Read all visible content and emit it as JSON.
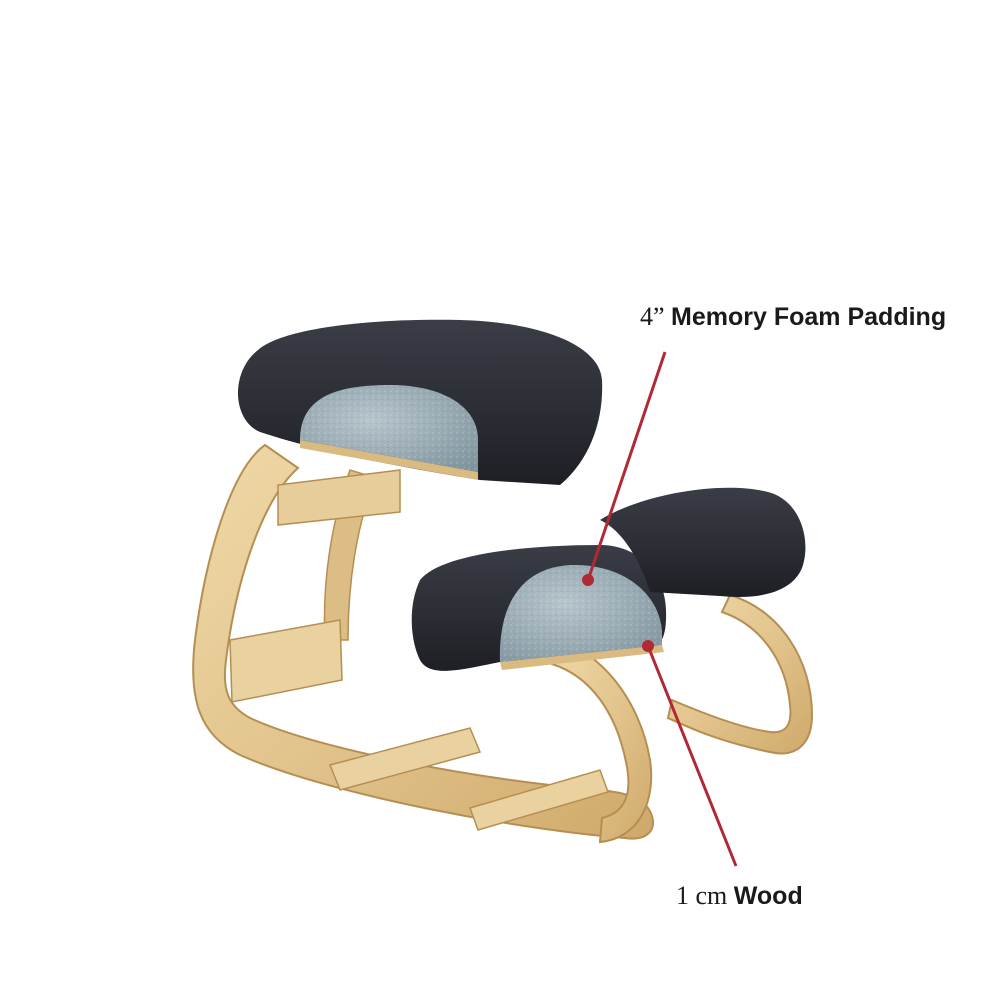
{
  "image": {
    "subject": "kneeling chair",
    "colors": {
      "background": "#ffffff",
      "cushion_fabric": "#2a2c33",
      "foam": "#8fa3ad",
      "wood": "#e2c48d",
      "callout_line": "#b02a35"
    }
  },
  "callouts": {
    "foam": {
      "measure": "4”",
      "label": "Memory Foam Padding"
    },
    "wood": {
      "measure": "1 cm",
      "label": "Wood"
    }
  }
}
